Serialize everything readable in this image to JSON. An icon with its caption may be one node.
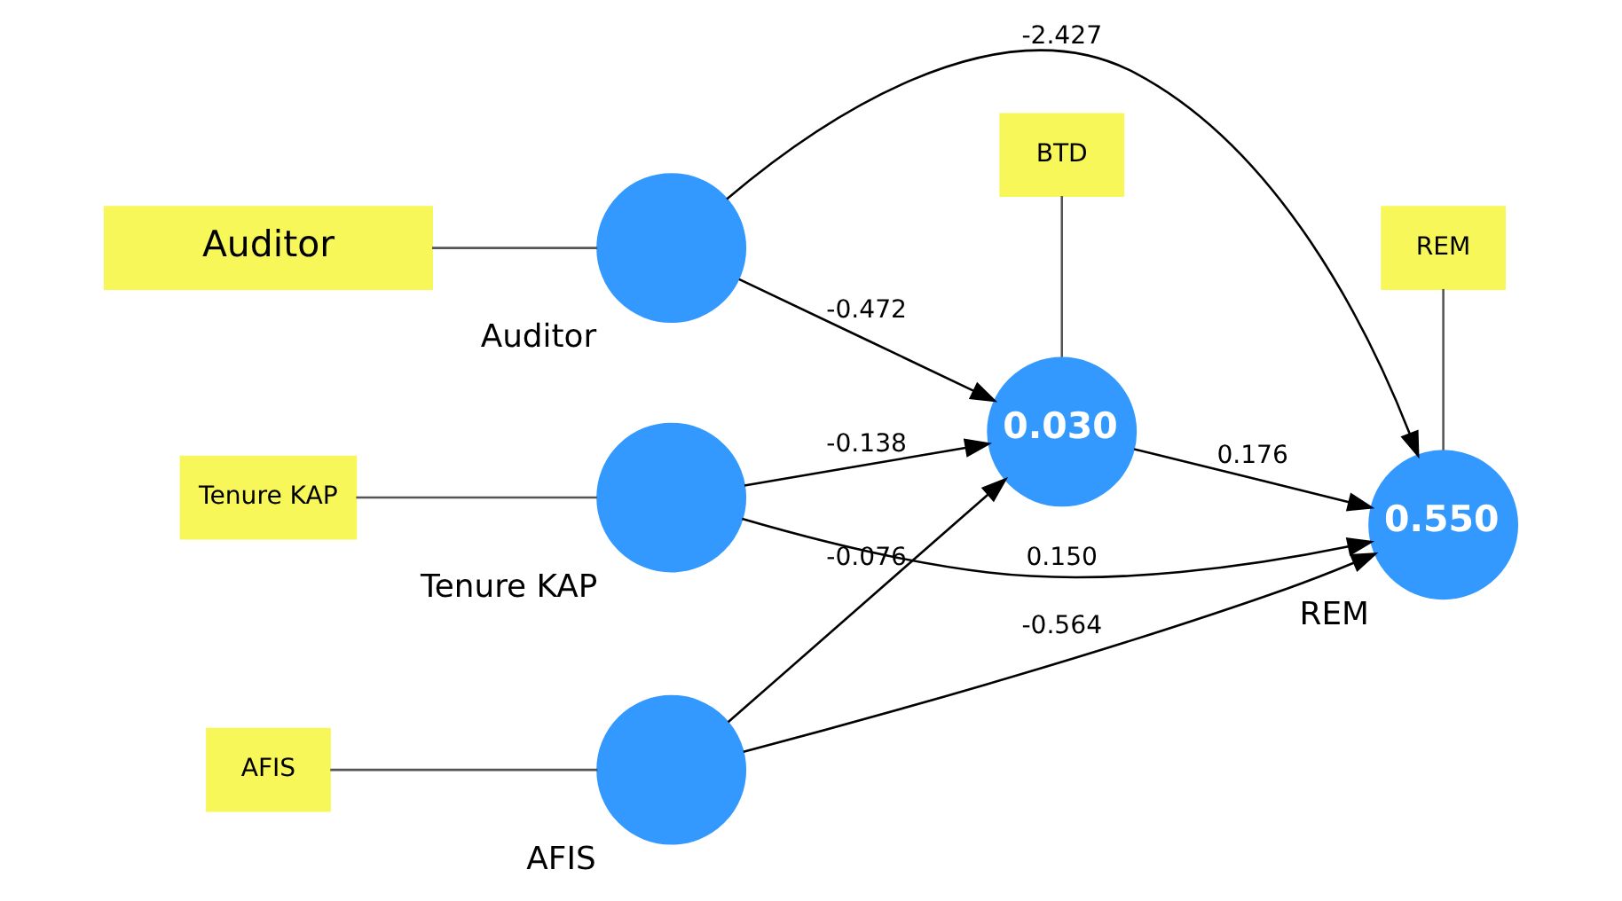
{
  "diagram": {
    "nodes": [
      {
        "text": [
          "Auditor"
        ]
      },
      {
        "text": [
          "Auditor"
        ]
      },
      {
        "text": [
          "Tenure KAP"
        ]
      },
      {
        "text": [
          "Tenure KAP"
        ]
      },
      {
        "text": [
          "AFIS"
        ]
      },
      {
        "text": [
          "AFIS"
        ]
      },
      {
        "text": [
          "BTD"
        ]
      },
      {
        "text": [
          "0.030"
        ]
      },
      {
        "text": [
          "REM"
        ]
      },
      {
        "text": [
          "0.550",
          "REM"
        ]
      }
    ],
    "edges": [
      {
        "from": 0,
        "to": 1,
        "arrow": "none"
      },
      {
        "from": 2,
        "to": 3,
        "arrow": "none"
      },
      {
        "from": 4,
        "to": 5,
        "arrow": "none"
      },
      {
        "from": 6,
        "to": 7,
        "arrow": "none"
      },
      {
        "from": 8,
        "to": 9,
        "arrow": "none"
      },
      {
        "from": 1,
        "to": 7,
        "arrow": "to",
        "label": "-0.472"
      },
      {
        "from": 1,
        "to": 9,
        "arrow": "to",
        "label": "-2.427"
      },
      {
        "from": 3,
        "to": 7,
        "arrow": "to",
        "label": "-0.138"
      },
      {
        "from": 3,
        "to": 9,
        "arrow": "to",
        "label": "0.150"
      },
      {
        "from": 5,
        "to": 7,
        "arrow": "to",
        "label": "-0.076"
      },
      {
        "from": 5,
        "to": 9,
        "arrow": "to",
        "label": "-0.564"
      },
      {
        "from": 7,
        "to": 9,
        "arrow": "to",
        "label": "0.176"
      }
    ]
  }
}
